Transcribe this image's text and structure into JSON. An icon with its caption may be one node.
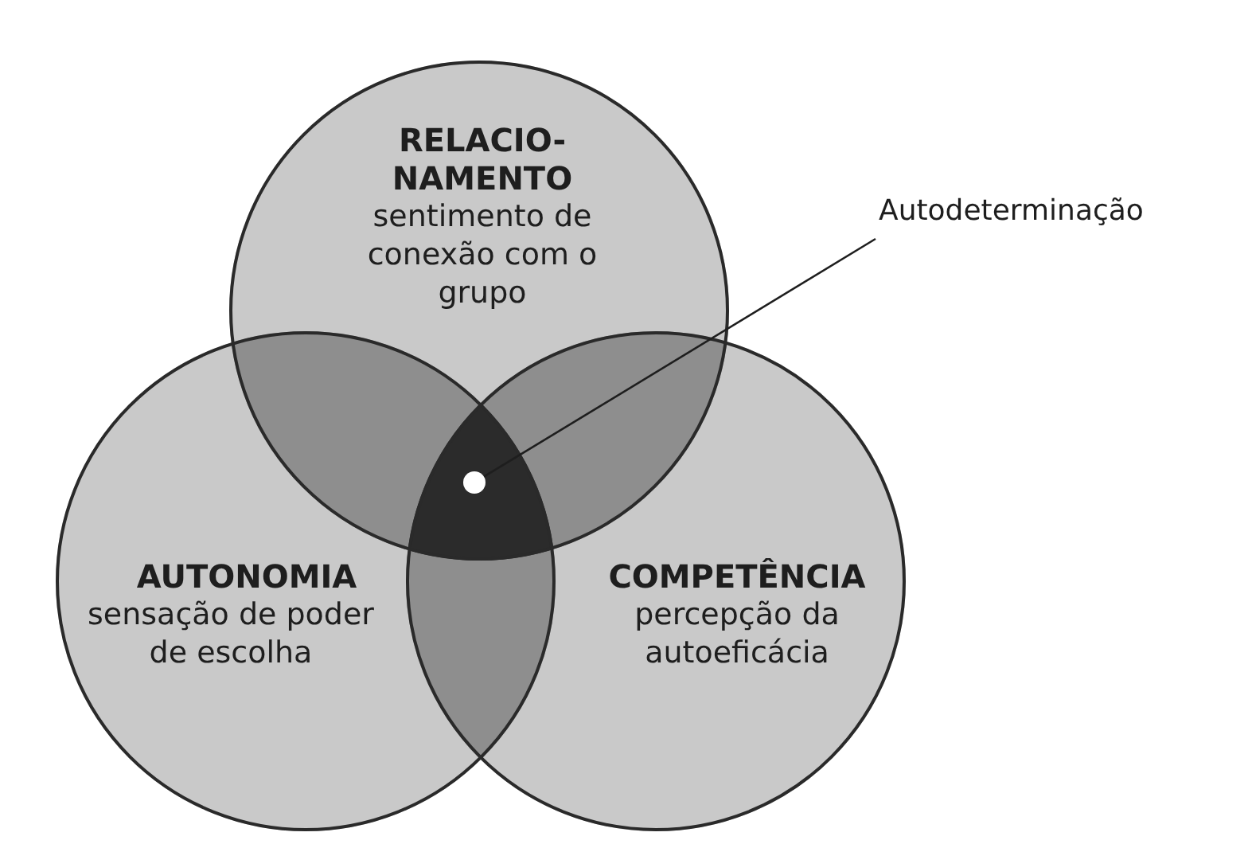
{
  "diagram": {
    "nodes": [
      {
        "text": [
          "RELACIO- NAMENTO",
          "sentimento de conexão com o grupo"
        ]
      },
      {
        "text": [
          "AUTONOMIA",
          "sensação de poder de escolha"
        ]
      },
      {
        "text": [
          "COMPETÊNCIA",
          "percepção da autoeficácia"
        ]
      },
      {
        "text": [
          "Autodeterminação"
        ]
      },
      {
        "text": [],
        "shape": "circle"
      }
    ],
    "edges": [
      {
        "from": 3,
        "to": 4,
        "arrow": "none"
      }
    ]
  }
}
